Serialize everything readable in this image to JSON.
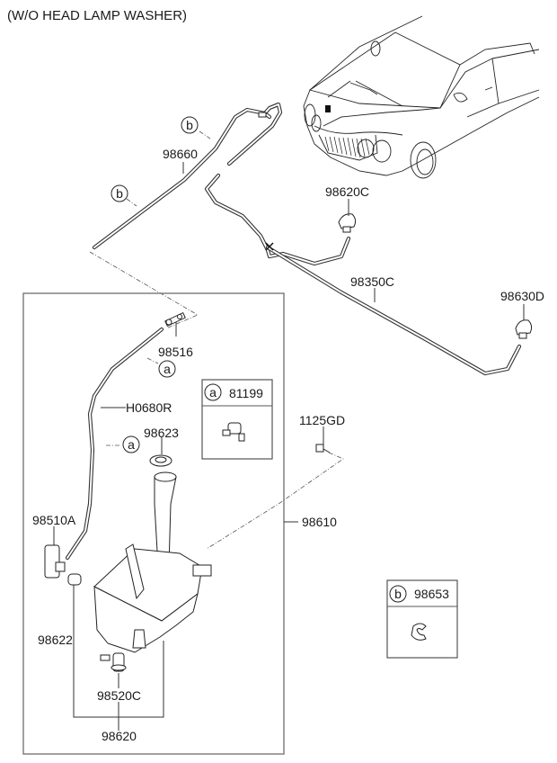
{
  "title": "(W/O HEAD LAMP WASHER)",
  "parts": [
    {
      "id": "98660",
      "label": "98660"
    },
    {
      "id": "98620C",
      "label": "98620C"
    },
    {
      "id": "98350C",
      "label": "98350C"
    },
    {
      "id": "98630D",
      "label": "98630D"
    },
    {
      "id": "98516",
      "label": "98516"
    },
    {
      "id": "H0680R",
      "label": "H0680R"
    },
    {
      "id": "98623",
      "label": "98623"
    },
    {
      "id": "1125GD",
      "label": "1125GD"
    },
    {
      "id": "98510A",
      "label": "98510A"
    },
    {
      "id": "98610",
      "label": "98610"
    },
    {
      "id": "98622",
      "label": "98622"
    },
    {
      "id": "98520C",
      "label": "98520C"
    },
    {
      "id": "98620",
      "label": "98620"
    }
  ],
  "callouts": {
    "a": "a",
    "b": "b"
  },
  "legend_boxes": [
    {
      "marker": "a",
      "part": "81199"
    },
    {
      "marker": "b",
      "part": "98653"
    }
  ]
}
